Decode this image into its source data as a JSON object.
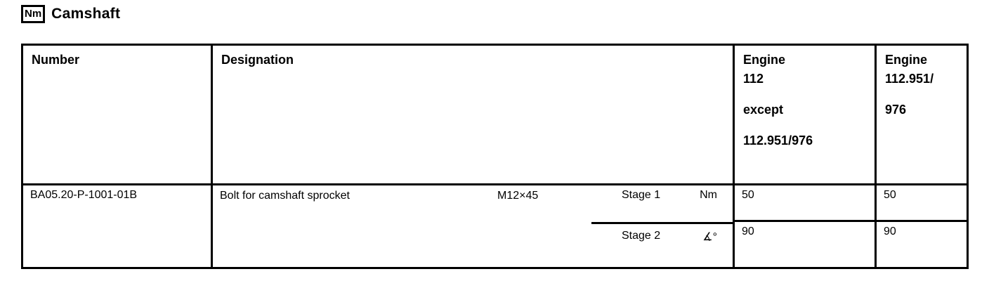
{
  "colors": {
    "background": "#ffffff",
    "text": "#000000",
    "border": "#000000"
  },
  "header": {
    "icon_label": "Nm",
    "title": "Camshaft"
  },
  "table": {
    "columns": {
      "number_label": "Number",
      "designation_label": "Designation",
      "engine1": {
        "line1": "Engine",
        "line2": "112",
        "line3": "except",
        "line4": "112.951/976"
      },
      "engine2": {
        "line1": "Engine",
        "line2": "112.951/",
        "line3": "976"
      }
    },
    "row": {
      "number": "BA05.20-P-1001-01B",
      "designation": "Bolt for camshaft sprocket",
      "thread_size": "M12×45",
      "stages": [
        {
          "label": "Stage 1",
          "unit": "Nm",
          "engine1_value": "50",
          "engine2_value": "50"
        },
        {
          "label": "Stage 2",
          "unit": "∡°",
          "engine1_value": "90",
          "engine2_value": "90"
        }
      ]
    }
  }
}
